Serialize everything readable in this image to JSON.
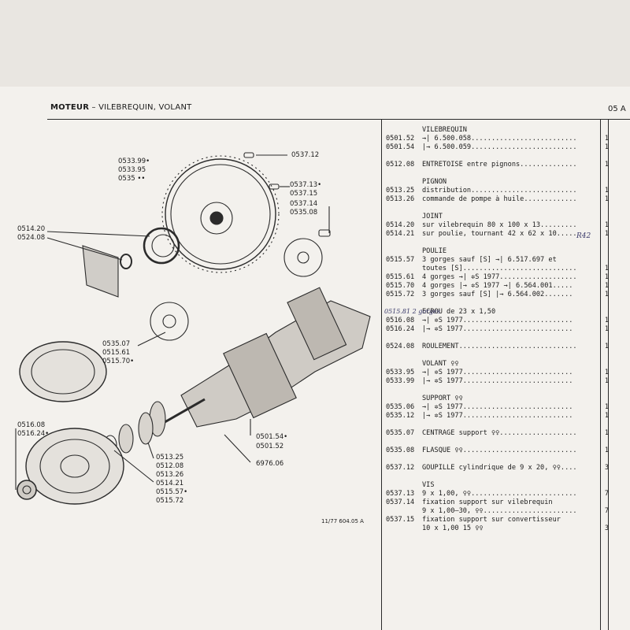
{
  "header": {
    "title_main": "MOTEUR",
    "title_sub": " – VILEBREQUIN, VOLANT",
    "page_code": "05 A"
  },
  "figure": {
    "ref": "11/77  604.05 A",
    "callouts": [
      "0533.99•",
      "0533.95",
      "0535 ••",
      "0537.12",
      "0537.13•",
      "0537.15",
      "0537.14",
      "0535.08",
      "0514.20",
      "0524.08",
      "0535.07",
      "0515.61",
      "0515.70•",
      "0516.08",
      "0516.24•",
      "0513.25",
      "0512.08",
      "0513.26",
      "0514.21",
      "0515.57•",
      "0515.72",
      "0501.54•",
      "0501.52",
      "6976.06"
    ]
  },
  "parts": {
    "rows": [
      {
        "type": "heading",
        "text": "VILEBREQUIN"
      },
      {
        "code": "0501.52",
        "desc": "→| 6.500.058..........................",
        "qty": "1"
      },
      {
        "code": "0501.54",
        "desc": "|→ 6.500.059..........................",
        "qty": "1"
      },
      {
        "code": "0512.08",
        "desc": "ENTRETOISE entre pignons..............",
        "qty": "1"
      },
      {
        "type": "heading",
        "text": "PIGNON"
      },
      {
        "code": "0513.25",
        "desc": "distribution..........................",
        "qty": "1"
      },
      {
        "code": "0513.26",
        "desc": "commande de pompe à huile.............",
        "qty": "1"
      },
      {
        "type": "heading",
        "text": "JOINT"
      },
      {
        "code": "0514.20",
        "desc": "sur vilebrequin 80 x 100 x 13.........",
        "qty": "1"
      },
      {
        "code": "0514.21",
        "desc": "sur poulie, tournant 42 x 62 x 10.....",
        "qty": "1"
      },
      {
        "type": "heading",
        "text": "POULIE"
      },
      {
        "code": "0515.57",
        "desc": "3 gorges sauf [S] →| 6.517.697 et",
        "qty": ""
      },
      {
        "code": "",
        "desc": "toutes [S]............................",
        "qty": "1"
      },
      {
        "code": "0515.61",
        "desc": "4 gorges →| ✲S 1977...................",
        "qty": "1"
      },
      {
        "code": "0515.70",
        "desc": "4 gorges |→ ✲S 1977 →| 6.564.001.....",
        "qty": "1"
      },
      {
        "code": "0515.72",
        "desc": "3 gorges sauf [S] |→ 6.564.002.......",
        "qty": "1"
      },
      {
        "code": "",
        "desc": "ECROU de 23 x 1,50",
        "qty": ""
      },
      {
        "code": "0516.08",
        "desc": "→| ✲S 1977...........................",
        "qty": "1"
      },
      {
        "code": "0516.24",
        "desc": "|→ ✲S 1977...........................",
        "qty": "1"
      },
      {
        "code": "0524.08",
        "desc": "ROULEMENT.............................",
        "qty": "1"
      },
      {
        "type": "heading",
        "text": "VOLANT ♀♀"
      },
      {
        "code": "0533.95",
        "desc": "→| ✲S 1977...........................",
        "qty": "1"
      },
      {
        "code": "0533.99",
        "desc": "|→ ✲S 1977...........................",
        "qty": "1"
      },
      {
        "type": "heading",
        "text": "SUPPORT ♀♀"
      },
      {
        "code": "0535.06",
        "desc": "→| ✲S 1977...........................",
        "qty": "1"
      },
      {
        "code": "0535.12",
        "desc": "|→ ✲S 1977...........................",
        "qty": "1"
      },
      {
        "code": "0535.07",
        "desc": "CENTRAGE support ♀♀...................",
        "qty": "1"
      },
      {
        "code": "0535.08",
        "desc": "FLASQUE ♀♀............................",
        "qty": "1"
      },
      {
        "code": "0537.12",
        "desc": "GOUPILLE cylindrique de 9 x 20, ♀♀....",
        "qty": "3"
      },
      {
        "type": "heading",
        "text": "VIS"
      },
      {
        "code": "0537.13",
        "desc": "9 x 1,00, ♀♀..........................",
        "qty": "7"
      },
      {
        "code": "0537.14",
        "desc": "fixation support sur vilebrequin",
        "qty": ""
      },
      {
        "code": "",
        "desc": "9 x 1,00–30, ♀♀.......................",
        "qty": "7"
      },
      {
        "code": "0537.15",
        "desc": "fixation support sur convertisseur",
        "qty": ""
      },
      {
        "code": "",
        "desc": "10 x 1,00 15  ♀♀",
        "qty": "3"
      }
    ]
  },
  "annotations": {
    "note1": "R42",
    "note2": "0515.81 2 gorges"
  }
}
